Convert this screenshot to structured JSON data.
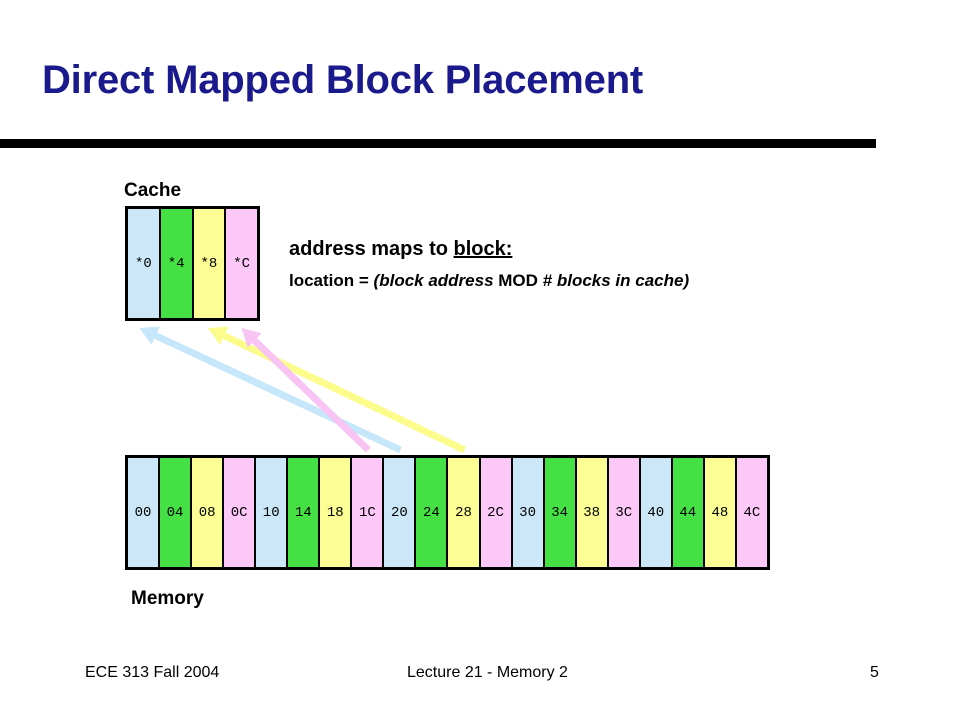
{
  "slide": {
    "title": "Direct Mapped Block Placement",
    "cache_label": "Cache",
    "memory_label": "Memory",
    "annotation": {
      "prefix": "address maps to ",
      "underlined": "block:",
      "loc_prefix": "location = ",
      "loc_italic_1": "(block address ",
      "loc_plain": "MOD",
      "loc_italic_2": " # blocks in cache)"
    },
    "footer": {
      "course": "ECE 313 Fall 2004",
      "lecture": "Lecture 21 - Memory 2",
      "page": "5"
    }
  },
  "colors": {
    "blue": "#cce8f8",
    "green": "#44e044",
    "yellow": "#fdfd96",
    "pink": "#fbc8f8",
    "title": "#1a1a8c"
  },
  "cache_cells": [
    {
      "label": "*0",
      "color": "blue"
    },
    {
      "label": "*4",
      "color": "green"
    },
    {
      "label": "*8",
      "color": "yellow"
    },
    {
      "label": "*C",
      "color": "pink"
    }
  ],
  "memory_cells": [
    {
      "label": "00",
      "color": "blue"
    },
    {
      "label": "04",
      "color": "green"
    },
    {
      "label": "08",
      "color": "yellow"
    },
    {
      "label": "0C",
      "color": "pink"
    },
    {
      "label": "10",
      "color": "blue"
    },
    {
      "label": "14",
      "color": "green"
    },
    {
      "label": "18",
      "color": "yellow"
    },
    {
      "label": "1C",
      "color": "pink"
    },
    {
      "label": "20",
      "color": "blue"
    },
    {
      "label": "24",
      "color": "green"
    },
    {
      "label": "28",
      "color": "yellow"
    },
    {
      "label": "2C",
      "color": "pink"
    },
    {
      "label": "30",
      "color": "blue"
    },
    {
      "label": "34",
      "color": "green"
    },
    {
      "label": "38",
      "color": "yellow"
    },
    {
      "label": "3C",
      "color": "pink"
    },
    {
      "label": "40",
      "color": "blue"
    },
    {
      "label": "44",
      "color": "green"
    },
    {
      "label": "48",
      "color": "yellow"
    },
    {
      "label": "4C",
      "color": "pink"
    }
  ],
  "mapping_arrows": [
    {
      "from_block": "20",
      "to_slot": "*0",
      "color": "blue"
    },
    {
      "from_block": "28",
      "to_slot": "*8",
      "color": "yellow"
    },
    {
      "from_block": "1C",
      "to_slot": "*C",
      "color": "pink"
    }
  ]
}
